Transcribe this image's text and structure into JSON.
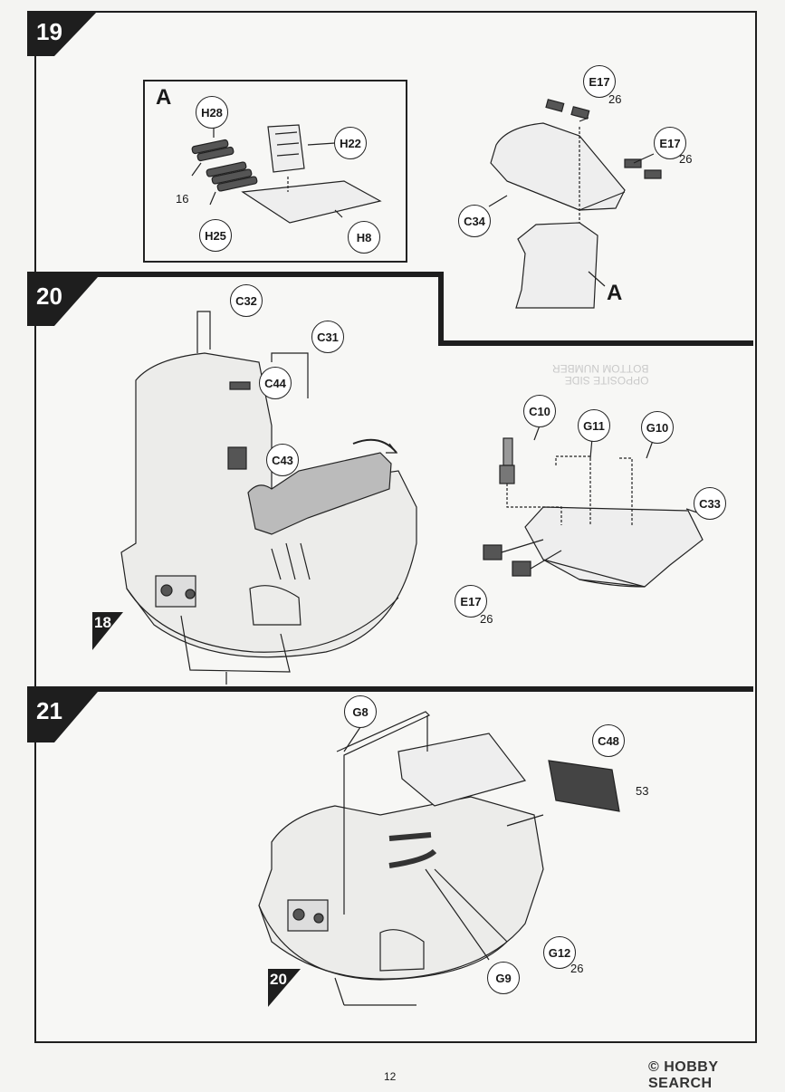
{
  "steps": [
    {
      "number": "19"
    },
    {
      "number": "20"
    },
    {
      "number": "21"
    }
  ],
  "step19": {
    "inset_label": "A",
    "assembly_label": "A",
    "callouts": {
      "h28": "H28",
      "h22": "H22",
      "h25": "H25",
      "h8": "H8",
      "e17a": "E17",
      "e17b": "E17",
      "c34": "C34"
    },
    "quantities": {
      "h": "16",
      "e17a": "26",
      "e17b": "26"
    }
  },
  "step20": {
    "callouts": {
      "c32": "C32",
      "c31": "C31",
      "c44": "C44",
      "c43": "C43",
      "c10": "C10",
      "g11": "G11",
      "g10": "G10",
      "c33": "C33",
      "e17": "E17"
    },
    "quantities": {
      "e17": "26"
    },
    "ref_step": "18",
    "bottom_note": [
      "BOTTOM NUMBER",
      "OPPOSITE SIDE"
    ]
  },
  "step21": {
    "callouts": {
      "g8": "G8",
      "c48": "C48",
      "g12": "G12",
      "g9": "G9"
    },
    "quantities": {
      "c48": "53",
      "g12": "26"
    },
    "ref_step": "20"
  },
  "footer": {
    "page_number": "12",
    "watermark": "© HOBBY SEARCH"
  }
}
